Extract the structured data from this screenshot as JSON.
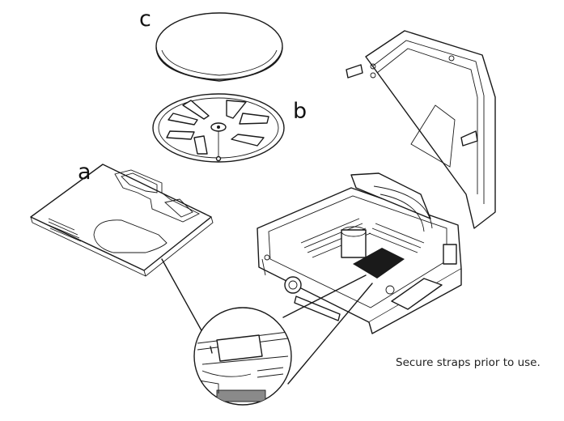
{
  "parts": {
    "a": "a",
    "b": "b",
    "c": "c"
  },
  "caption": "Secure straps prior to use."
}
